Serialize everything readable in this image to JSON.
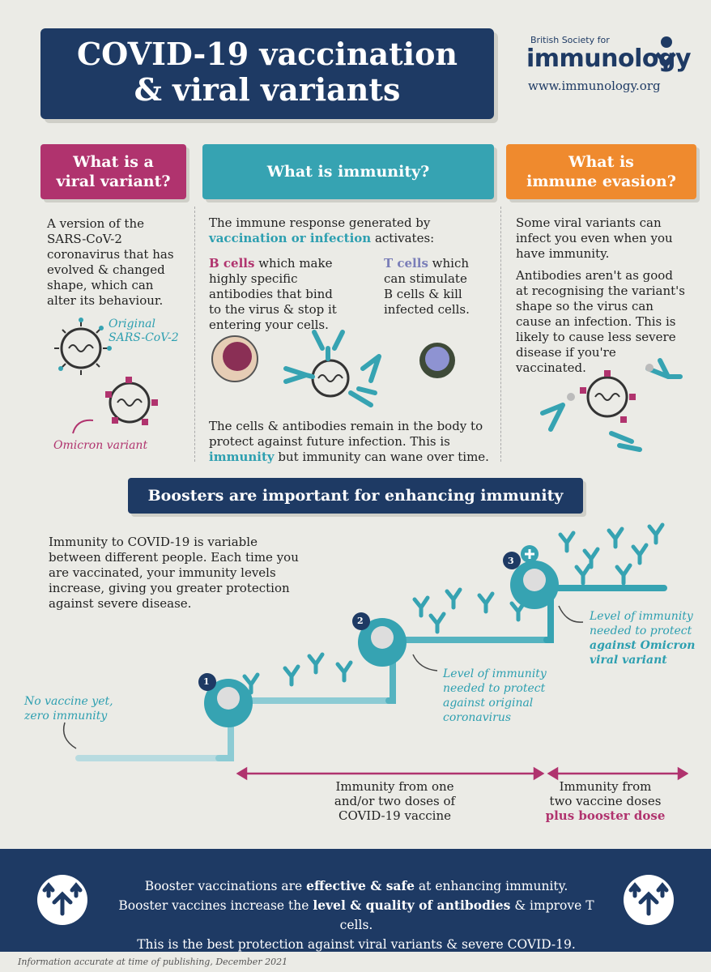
{
  "title": {
    "line1": "COVID-19 vaccination",
    "line2": "& viral variants"
  },
  "logo": {
    "small": "British Society for",
    "big": "immunology",
    "url": "www.immunology.org"
  },
  "variant": {
    "heading1": "What is a",
    "heading2": "viral variant?",
    "text": [
      "A version of the",
      "SARS-CoV-2",
      "coronavirus that has",
      "evolved & changed",
      "shape, which can",
      "alter its behaviour."
    ],
    "label_original": [
      "Original",
      "SARS-CoV-2"
    ],
    "label_omicron": "Omicron variant"
  },
  "immunity": {
    "heading": "What is immunity?",
    "intro1": "The immune response generated by",
    "intro2_bold": "vaccination or infection",
    "intro2_rest": " activates:",
    "bcells_bold": "B cells",
    "bcells_rest": [
      " which make",
      "highly specific",
      "antibodies that bind",
      "to the virus & stop it",
      "entering your cells."
    ],
    "tcells_bold": "T cells",
    "tcells_rest": [
      " which",
      "can stimulate",
      "B cells & kill",
      "infected cells."
    ],
    "outro1": "The cells & antibodies remain in the body to",
    "outro2": "protect against future infection. This is",
    "outro3_bold": "immunity",
    "outro3_rest": " but immunity can wane over time."
  },
  "evasion": {
    "heading1": "What is",
    "heading2": "immune evasion?",
    "para1": [
      "Some viral variants can",
      "infect you even when you",
      "have immunity."
    ],
    "para2": [
      "Antibodies aren't as good",
      "at recognising the variant's",
      "shape so the virus can",
      "cause an infection. This is",
      "likely to cause less severe",
      "disease if you're",
      "vaccinated."
    ]
  },
  "boosters": {
    "heading": "Boosters are important for enhancing immunity",
    "text": [
      "Immunity to COVID-19 is variable",
      "between different people. Each time you",
      "are vaccinated, your immunity levels",
      "increase, giving you greater protection",
      "against severe disease."
    ],
    "step1": "1",
    "step2": "2",
    "step3": "3",
    "no_vaccine": [
      "No vaccine yet,",
      "zero immunity"
    ],
    "level_original": [
      "Level of immunity",
      "needed to protect",
      "against original",
      "coronavirus"
    ],
    "level_omicron_a": [
      "Level of immunity",
      "needed to protect"
    ],
    "level_omicron_b": [
      "against Omicron",
      "viral variant"
    ],
    "range1": [
      "Immunity from one",
      "and/or two doses of",
      "COVID-19 vaccine"
    ],
    "range2": [
      "Immunity from",
      "two vaccine doses"
    ],
    "range2_bold": "plus booster dose"
  },
  "footer": {
    "l1a": "Booster vaccinations are ",
    "l1b": "effective & safe",
    "l1c": " at enhancing immunity.",
    "l2a": "Booster vaccines increase the ",
    "l2b": "level & quality of antibodies",
    "l2c": " & improve T cells.",
    "l3": "This is the best protection against viral variants & severe COVID-19."
  },
  "disclaimer": "Information accurate at time of publishing, December 2021",
  "colors": {
    "navy": "#1e3a64",
    "magenta": "#b0336e",
    "teal": "#36a3b2",
    "orange": "#ef8a2e"
  }
}
